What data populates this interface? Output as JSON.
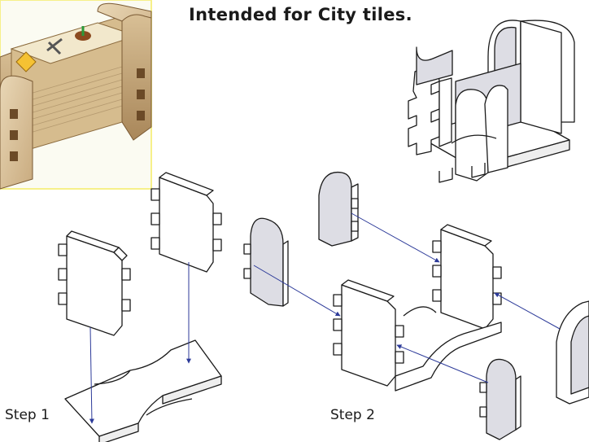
{
  "diagram": {
    "caption": "Intended for City tiles.",
    "steps": [
      {
        "label": "Step 1"
      },
      {
        "label": "Step 2"
      }
    ],
    "photo": {
      "subject": "wooden tile holder box",
      "frame_color": "#f6f08a"
    },
    "colors": {
      "outline": "#1a1a1a",
      "face": "#ffffff",
      "shaded_face": "#dddde4",
      "arrow": "#2c3a99"
    }
  }
}
